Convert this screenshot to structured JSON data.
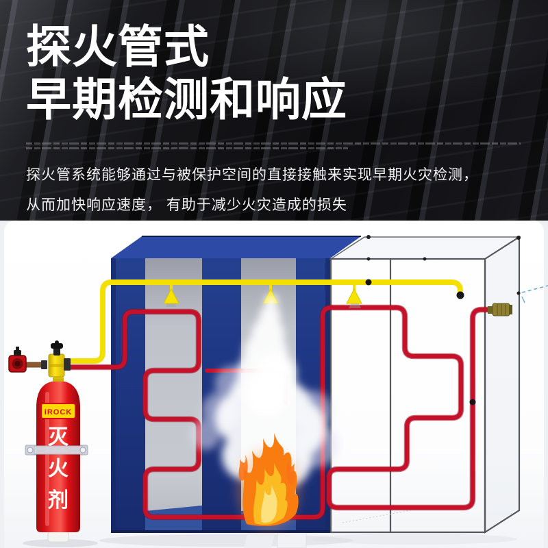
{
  "hero": {
    "title_line1": "探火管式",
    "title_line2": "早期检测和响应",
    "description_line1": "探火管系统能够通过与被保护空间的直接接触来实现早期火灾检测，",
    "description_line2": "从而加快响应速度， 有助于减少火灾造成的损失"
  },
  "diagram": {
    "cylinder_brand": "iROCK",
    "cylinder_label": [
      "灭",
      "火",
      "剂"
    ],
    "colors": {
      "detection_tube_red": "#c5122a",
      "detection_tube_dark": "#9b0c1f",
      "discharge_pipe_yellow": "#f3df00",
      "cabinet_blue": "#1d3480",
      "cylinder_red": "#e8131c"
    }
  }
}
